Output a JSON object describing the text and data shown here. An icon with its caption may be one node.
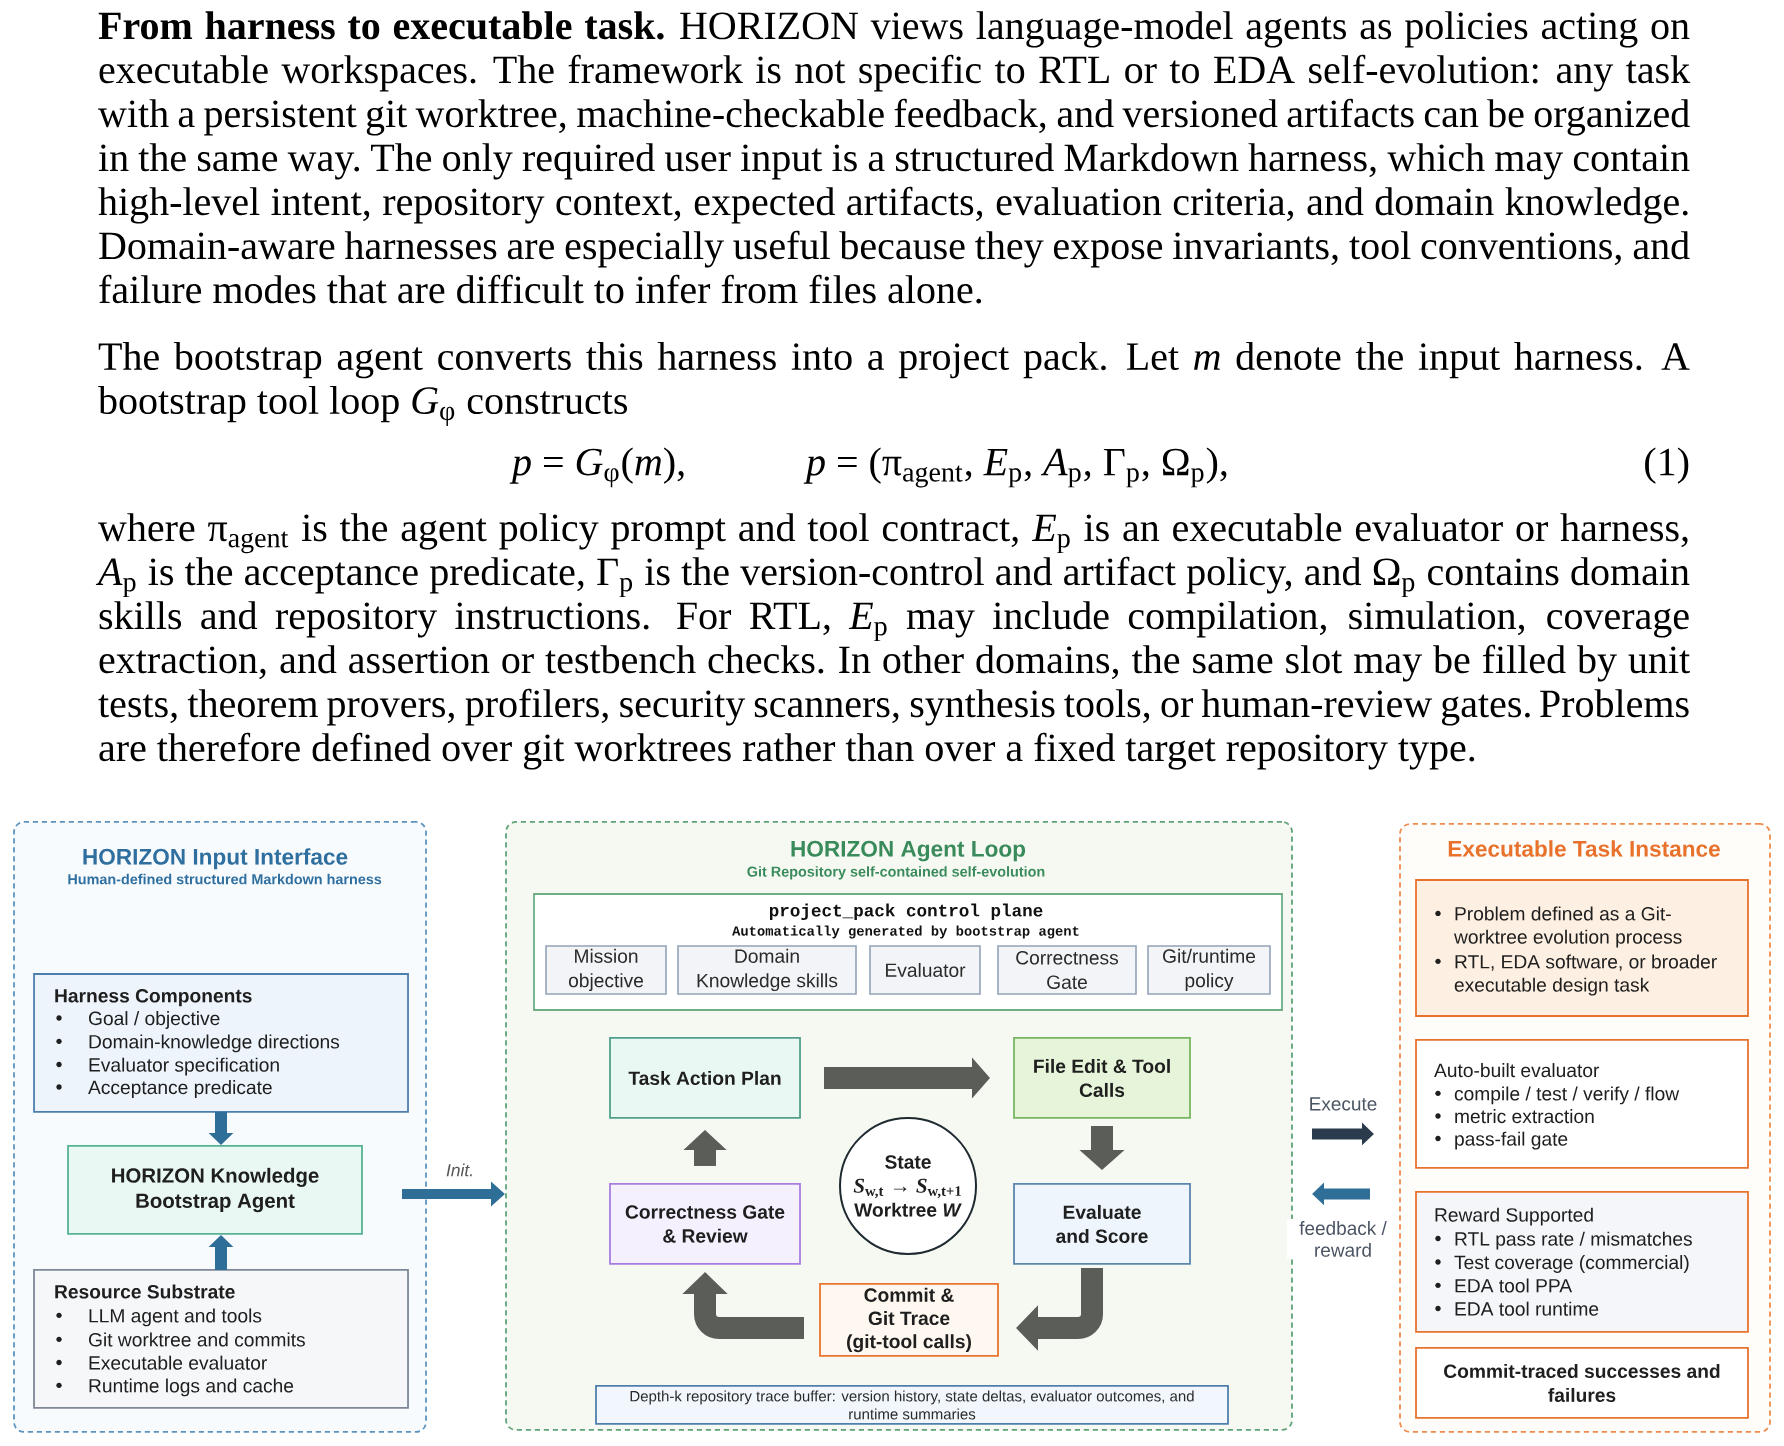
{
  "diagram": {
    "nodes": [
      {
        "text": [
          "HORIZON Input Interface",
          "Human-defined structured Markdown harness"
        ]
      },
      {
        "text": [
          "Harness Components",
          "Goal / objective",
          "Domain-knowledge directions",
          "Evaluator specification",
          "Acceptance predicate"
        ],
        "in": 0
      },
      {
        "text": [
          "HORIZON Knowledge Bootstrap Agent"
        ],
        "in": 0
      },
      {
        "text": [
          "Resource Substrate",
          "LLM agent and tools",
          "Git worktree and commits",
          "Executable evaluator",
          "Runtime logs and cache"
        ],
        "in": 0
      },
      {
        "text": [
          "HORIZON Agent Loop",
          "Git Repository self-contained self-evolution"
        ]
      },
      {
        "text": [
          "project_pack control plane",
          "Automatically generated by bootstrap agent"
        ],
        "in": 4
      },
      {
        "text": [
          "Mission objective"
        ],
        "in": 5
      },
      {
        "text": [
          "Domain Knowledge skills"
        ],
        "in": 5
      },
      {
        "text": [
          "Evaluator"
        ],
        "in": 5
      },
      {
        "text": [
          "Correctness Gate"
        ],
        "in": 5
      },
      {
        "text": [
          "Git/runtime policy"
        ],
        "in": 5
      },
      {
        "text": [
          "Task Action Plan"
        ],
        "in": 4
      },
      {
        "text": [
          "File Edit & Tool Calls"
        ],
        "in": 4
      },
      {
        "text": [
          "Correctness Gate & Review"
        ],
        "in": 4
      },
      {
        "text": [
          "State",
          "*S*$_{w,t}$ → *S*$_{w,t+1}$",
          "Worktree *W*"
        ],
        "in": 4
      },
      {
        "text": [
          "Evaluate and Score"
        ],
        "in": 4
      },
      {
        "text": [
          "Commit & Git Trace (git-tool calls)"
        ],
        "in": 4
      },
      {
        "text": [
          "Depth-k repository trace buffer: version history, state deltas, evaluator outcomes, and runtime summaries"
        ],
        "in": 4
      },
      {
        "text": [
          "Executable Task Instance"
        ]
      },
      {
        "text": [
          "Problem defined as a Git-worktree evolution process",
          "RTL, EDA software, or broader executable design task"
        ],
        "in": 18
      },
      {
        "text": [
          "Auto-built evaluator",
          "compile / test / verify / flow",
          "metric extraction",
          "pass-fail gate"
        ],
        "in": 18
      },
      {
        "text": [
          "Reward Supported",
          "RTL pass rate / mismatches",
          "Test coverage (commercial)",
          "EDA tool PPA",
          "EDA tool runtime"
        ],
        "in": 18
      },
      {
        "text": [
          "Commit-traced successes and failures"
        ],
        "in": 18
      }
    ],
    "edges": [
      {
        "from": 1,
        "to": 2,
        "arrow": "to",
        "color": "#2f6f97"
      },
      {
        "from": 3,
        "to": 2,
        "arrow": "to",
        "color": "#2f6f97"
      },
      {
        "from": 0,
        "to": 4,
        "arrow": "to",
        "label": "Init.",
        "color": "#2f6f97"
      },
      {
        "from": 11,
        "to": 12,
        "arrow": "to",
        "style": "thick"
      },
      {
        "from": 12,
        "to": 15,
        "arrow": "to",
        "style": "thick"
      },
      {
        "from": 15,
        "to": 16,
        "arrow": "to",
        "style": "thick"
      },
      {
        "from": 16,
        "to": 13,
        "arrow": "to",
        "style": "thick"
      },
      {
        "from": 13,
        "to": 11,
        "arrow": "to",
        "style": "thick"
      },
      {
        "from": 4,
        "to": 18,
        "arrow": "to",
        "label": "Execute",
        "color": "#2b3a4c"
      },
      {
        "from": 18,
        "to": 4,
        "arrow": "to",
        "label": "feedback / reward",
        "color": "#2f6f97"
      }
    ],
    "labels": [
      "**From harness to executable task.** HORIZON views language-model agents as policies acting on executable workspaces. The framework is not specific to RTL or to EDA self-evolution: any task with a persistent git worktree, machine-checkable feedback, and versioned artifacts can be organized in the same way. The only required user input is a structured Markdown harness, which may contain high-level intent, repository context, expected artifacts, evaluation criteria, and domain knowledge. Domain-aware harnesses are especially useful because they expose invariants, tool conventions, and failure modes that are difficult to infer from files alone.",
      "The bootstrap agent converts this harness into a project pack. Let *m* denote the input harness. A bootstrap tool loop *G*$_{φ}$ constructs",
      "*p* = *G*$_{φ}$(*m*),",
      "*p* = (π$_{agent}$, *E*$_{p}$, *A*$_{p}$, Γ$_{p}$, Ω$_{p}$),",
      "(1)",
      "where π$_{agent}$ is the agent policy prompt and tool contract, *E*$_{p}$ is an executable evaluator or harness, *A*$_{p}$ is the acceptance predicate, Γ$_{p}$ is the version-control and artifact policy, and Ω$_{p}$ contains domain skills and repository instructions. For RTL, *E*$_{p}$ may include compilation, simulation, coverage extraction, and assertion or testbench checks. In other domains, the same slot may be filled by unit tests, theorem provers, profilers, security scanners, synthesis tools, or human-review gates. Problems are therefore defined over git worktrees rather than over a fixed target repository type."
    ]
  }
}
